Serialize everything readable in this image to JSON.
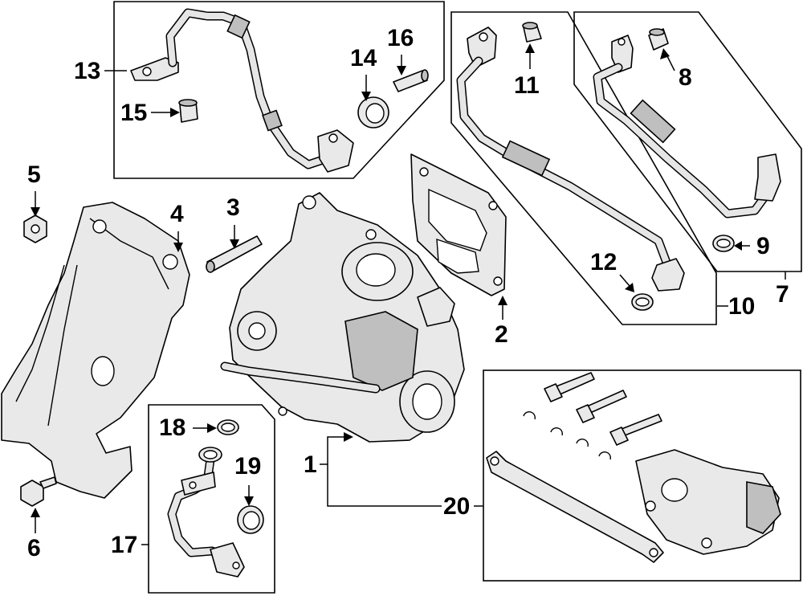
{
  "callouts": {
    "c1": "1",
    "c2": "2",
    "c3": "3",
    "c4": "4",
    "c5": "5",
    "c6": "6",
    "c7": "7",
    "c8": "8",
    "c9": "9",
    "c10": "10",
    "c11": "11",
    "c12": "12",
    "c13": "13",
    "c14": "14",
    "c15": "15",
    "c16": "16",
    "c17": "17",
    "c18": "18",
    "c19": "19",
    "c20": "20"
  },
  "colors": {
    "line": "#000000",
    "part_fill": "#e9e9e9",
    "shade": "#bfbfbf",
    "background": "#ffffff"
  }
}
